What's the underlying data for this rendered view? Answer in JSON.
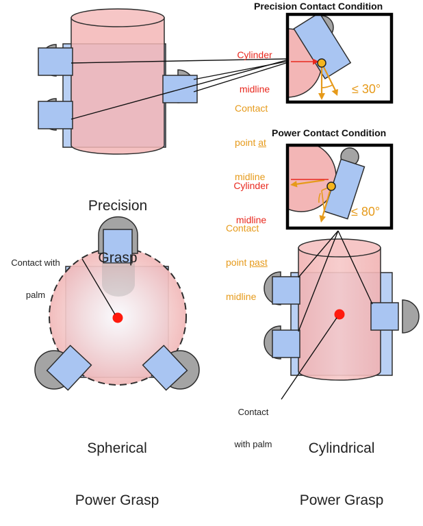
{
  "precision": {
    "caption_line1": "Precision",
    "caption_line2": "Grasp"
  },
  "precision_contact": {
    "header": "Precision Contact Condition",
    "midline_line1": "Cylinder",
    "midline_line2": "midline",
    "contact_line1": "Contact",
    "contact_line2_prefix": "point ",
    "contact_line2_emphasis": "at",
    "contact_line3": "midline",
    "angle": "≤ 30°"
  },
  "power_contact": {
    "header": "Power Contact Condition",
    "midline_line1": "Cylinder",
    "midline_line2": "midline",
    "contact_line1": "Contact",
    "contact_line2_prefix": "point ",
    "contact_line2_emphasis": "past",
    "contact_line3": "midline",
    "angle": "≤ 80°"
  },
  "spherical": {
    "palm_label_line1": "Contact with",
    "palm_label_line2": "palm",
    "caption_line1": "Spherical",
    "caption_line2": "Power Grasp"
  },
  "cylindrical": {
    "palm_label_line1": "Contact",
    "palm_label_line2": "with palm",
    "caption_line1": "Cylindrical",
    "caption_line2": "Power Grasp"
  },
  "colors": {
    "cylinder_fill": "#f3b6b6",
    "finger_fill": "#a9c5f2",
    "fingertip_fill": "#a4a4a4",
    "palm_fill": "#b9d0f4",
    "accent_red": "#e8281e",
    "accent_orange": "#e69a1a",
    "outline": "#2d2d2d"
  }
}
